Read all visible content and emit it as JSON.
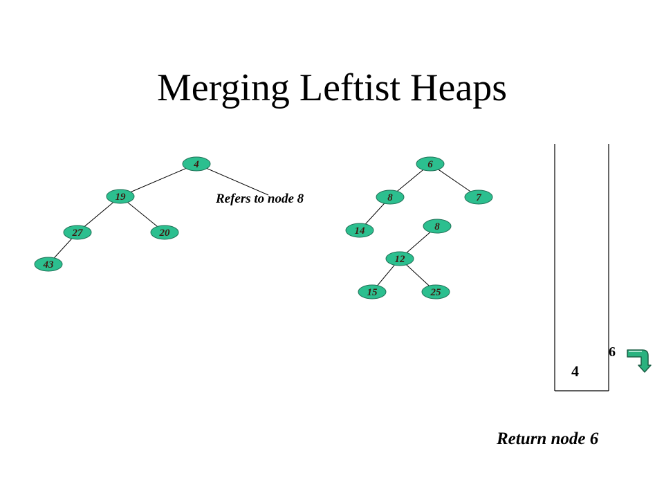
{
  "title": "Merging Leftist Heaps",
  "annotations": {
    "refers_to": "Refers to node 8",
    "return_note": "Return node 6"
  },
  "colors": {
    "node_fill": "#2cbf8f",
    "node_stroke": "#1f6f55",
    "node_text": "#3d1a10",
    "edge": "#000000"
  },
  "left_heap": {
    "nodes": [
      {
        "id": "L4",
        "label": "4"
      },
      {
        "id": "L19",
        "label": "19"
      },
      {
        "id": "L27",
        "label": "27"
      },
      {
        "id": "L20",
        "label": "20"
      },
      {
        "id": "L43",
        "label": "43"
      }
    ],
    "edges": [
      [
        "L4",
        "L19"
      ],
      [
        "L19",
        "L27"
      ],
      [
        "L19",
        "L20"
      ],
      [
        "L27",
        "L43"
      ]
    ]
  },
  "right_heap": {
    "nodes": [
      {
        "id": "R6",
        "label": "6"
      },
      {
        "id": "R8a",
        "label": "8"
      },
      {
        "id": "R7",
        "label": "7"
      },
      {
        "id": "R14",
        "label": "14"
      },
      {
        "id": "R8b",
        "label": "8"
      },
      {
        "id": "R12",
        "label": "12"
      },
      {
        "id": "R15",
        "label": "15"
      },
      {
        "id": "R25",
        "label": "25"
      }
    ],
    "edges": [
      [
        "R6",
        "R8a"
      ],
      [
        "R6",
        "R7"
      ],
      [
        "R8a",
        "R14"
      ],
      [
        "R8b",
        "R12"
      ],
      [
        "R12",
        "R15"
      ],
      [
        "R12",
        "R25"
      ]
    ]
  },
  "stack": {
    "values": [
      "4",
      "6"
    ]
  },
  "icons": {
    "return_arrow": "return-arrow-icon"
  }
}
